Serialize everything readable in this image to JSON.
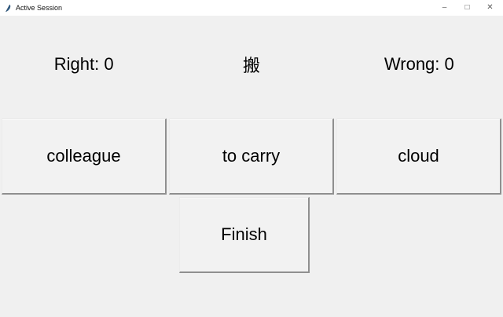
{
  "window": {
    "title": "Active Session",
    "app_icon": "tk-feather-icon",
    "controls": {
      "minimize": "–",
      "maximize": "□",
      "close": "✕"
    }
  },
  "session": {
    "right_label": "Right: 0",
    "right_count": 0,
    "wrong_label": "Wrong: 0",
    "wrong_count": 0,
    "prompt_character": "搬"
  },
  "choices": [
    {
      "label": "colleague"
    },
    {
      "label": "to carry"
    },
    {
      "label": "cloud"
    }
  ],
  "finish_label": "Finish",
  "colors": {
    "window_background": "#f0f0f0",
    "titlebar_background": "#ffffff",
    "button_face": "#f2f2f2",
    "button_border_dark": "#8f8f8f",
    "text": "#000000",
    "titlebar_icon_blue": "#35618a"
  }
}
